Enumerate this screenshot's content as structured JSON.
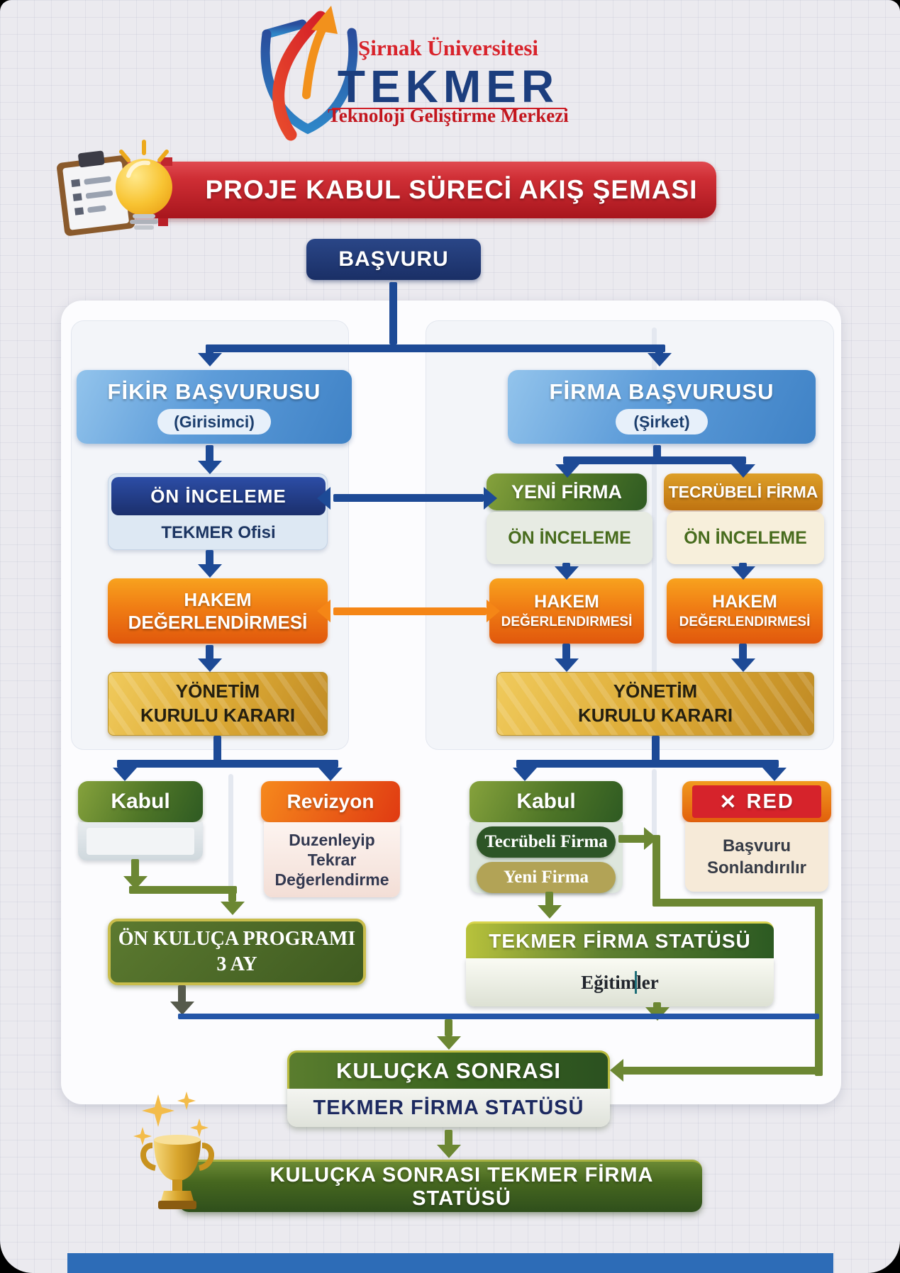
{
  "logo": {
    "university": "Şirnak Üniversitesi",
    "brand": "TEKMER",
    "subtitle": "Teknoloji Geliştirme Merkezi"
  },
  "banner": {
    "title": "PROJE KABUL SÜRECİ AKIŞ ŞEMASI"
  },
  "flow": {
    "start": "BAŞVURU",
    "idea": {
      "header": "FİKİR BAŞVURUSU",
      "tag": "(Girisimci)",
      "review": "ÖN İNCELEME",
      "review_sub": "TEKMER Ofisi",
      "referee_l1": "HAKEM",
      "referee_l2": "DEĞERLENDİRMESİ",
      "board_l1": "YÖNETİM",
      "board_l2": "KURULU KARARI",
      "accept": "Kabul",
      "revision": "Revizyon",
      "revision_l1": "Duzenleyip",
      "revision_l2": "Tekrar",
      "revision_l3": "Değerlendirme",
      "incubation_l1": "ÖN KULUÇA PROGRAMI",
      "incubation_l2": "3 AY"
    },
    "firm": {
      "header": "FİRMA BAŞVURUSU",
      "tag": "(Şirket)",
      "new_firm": "YENİ FİRMA",
      "new_review": "ÖN İNCELEME",
      "exp_firm": "TECRÜBELİ FİRMA",
      "exp_review": "ÖN İNCELEME",
      "referee_l1": "HAKEM",
      "referee_l2": "DEĞERLENDIRMESİ",
      "board_l1": "YÖNETİM",
      "board_l2": "KURULU KARARI",
      "accept": "Kabul",
      "accept_exp": "Tecrübeli Firma",
      "accept_new": "Yeni Firma",
      "reject_mark": "✕",
      "reject": "RED",
      "reject_l1": "Başvuru",
      "reject_l2": "Sonlandırılır",
      "status": "TEKMER FİRMA STATÜSÜ",
      "status_sub": "Eğitimler"
    },
    "post": {
      "header": "KULUÇKA SONRASI",
      "sub": "TEKMER FİRMA STATÜSÜ",
      "final": "KULUÇKA SONRASI TEKMER FİRMA STATÜSÜ"
    }
  },
  "colors": {
    "brand_navy": "#1c3e7e",
    "brand_red": "#c3161e",
    "banner_red": "#c5212a",
    "arrow_navy": "#1d4a96",
    "arrow_green": "#6c8733",
    "arrow_orange": "#f58616",
    "box_blue": "#4f8fd0",
    "box_orange": "#e8641a",
    "box_gold": "#d9a832",
    "box_green": "#4e7022",
    "pill_dark_green": "#2d5526",
    "pill_olive": "#b2a356",
    "reject_red": "#d6232b",
    "bottom_strip_blue": "#2d6cb7"
  }
}
